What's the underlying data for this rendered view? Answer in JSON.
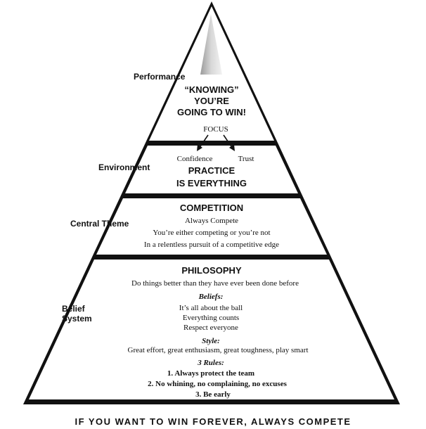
{
  "side_labels": {
    "performance": "Performance",
    "environment": "Environment",
    "central_theme": "Central Theme",
    "belief_line1": "Belief",
    "belief_line2": "System"
  },
  "tier_top": {
    "title_line1": "“KNOWING”",
    "title_line2": "YOU’RE",
    "title_line3": "GOING TO WIN!",
    "focus": "FOCUS",
    "confidence": "Confidence",
    "trust": "Trust"
  },
  "tier_environment": {
    "title_line1": "PRACTICE",
    "title_line2": "IS EVERYTHING"
  },
  "tier_competition": {
    "title": "COMPETITION",
    "line1": "Always Compete",
    "line2": "You’re either competing or you’re not",
    "line3": "In a relentless pursuit of a competitive edge"
  },
  "tier_philosophy": {
    "title": "PHILOSOPHY",
    "subtitle": "Do things better than they have ever been done before",
    "beliefs_heading": "Beliefs:",
    "beliefs": [
      "It’s all about the ball",
      "Everything counts",
      "Respect everyone"
    ],
    "style_heading": "Style:",
    "style_text": "Great effort, great enthusiasm, great toughness, play smart",
    "rules_heading": "3 Rules:",
    "rules": [
      "1. Always protect the team",
      "2. No whining, no complaining, no excuses",
      "3. Be early"
    ]
  },
  "footer": "IF YOU WANT TO WIN FOREVER, ALWAYS COMPETE",
  "colors": {
    "ink": "#111111",
    "tier_fill": "#ffffff",
    "peak_dark": "#8a8a8a",
    "peak_light": "#e6e6e6"
  }
}
